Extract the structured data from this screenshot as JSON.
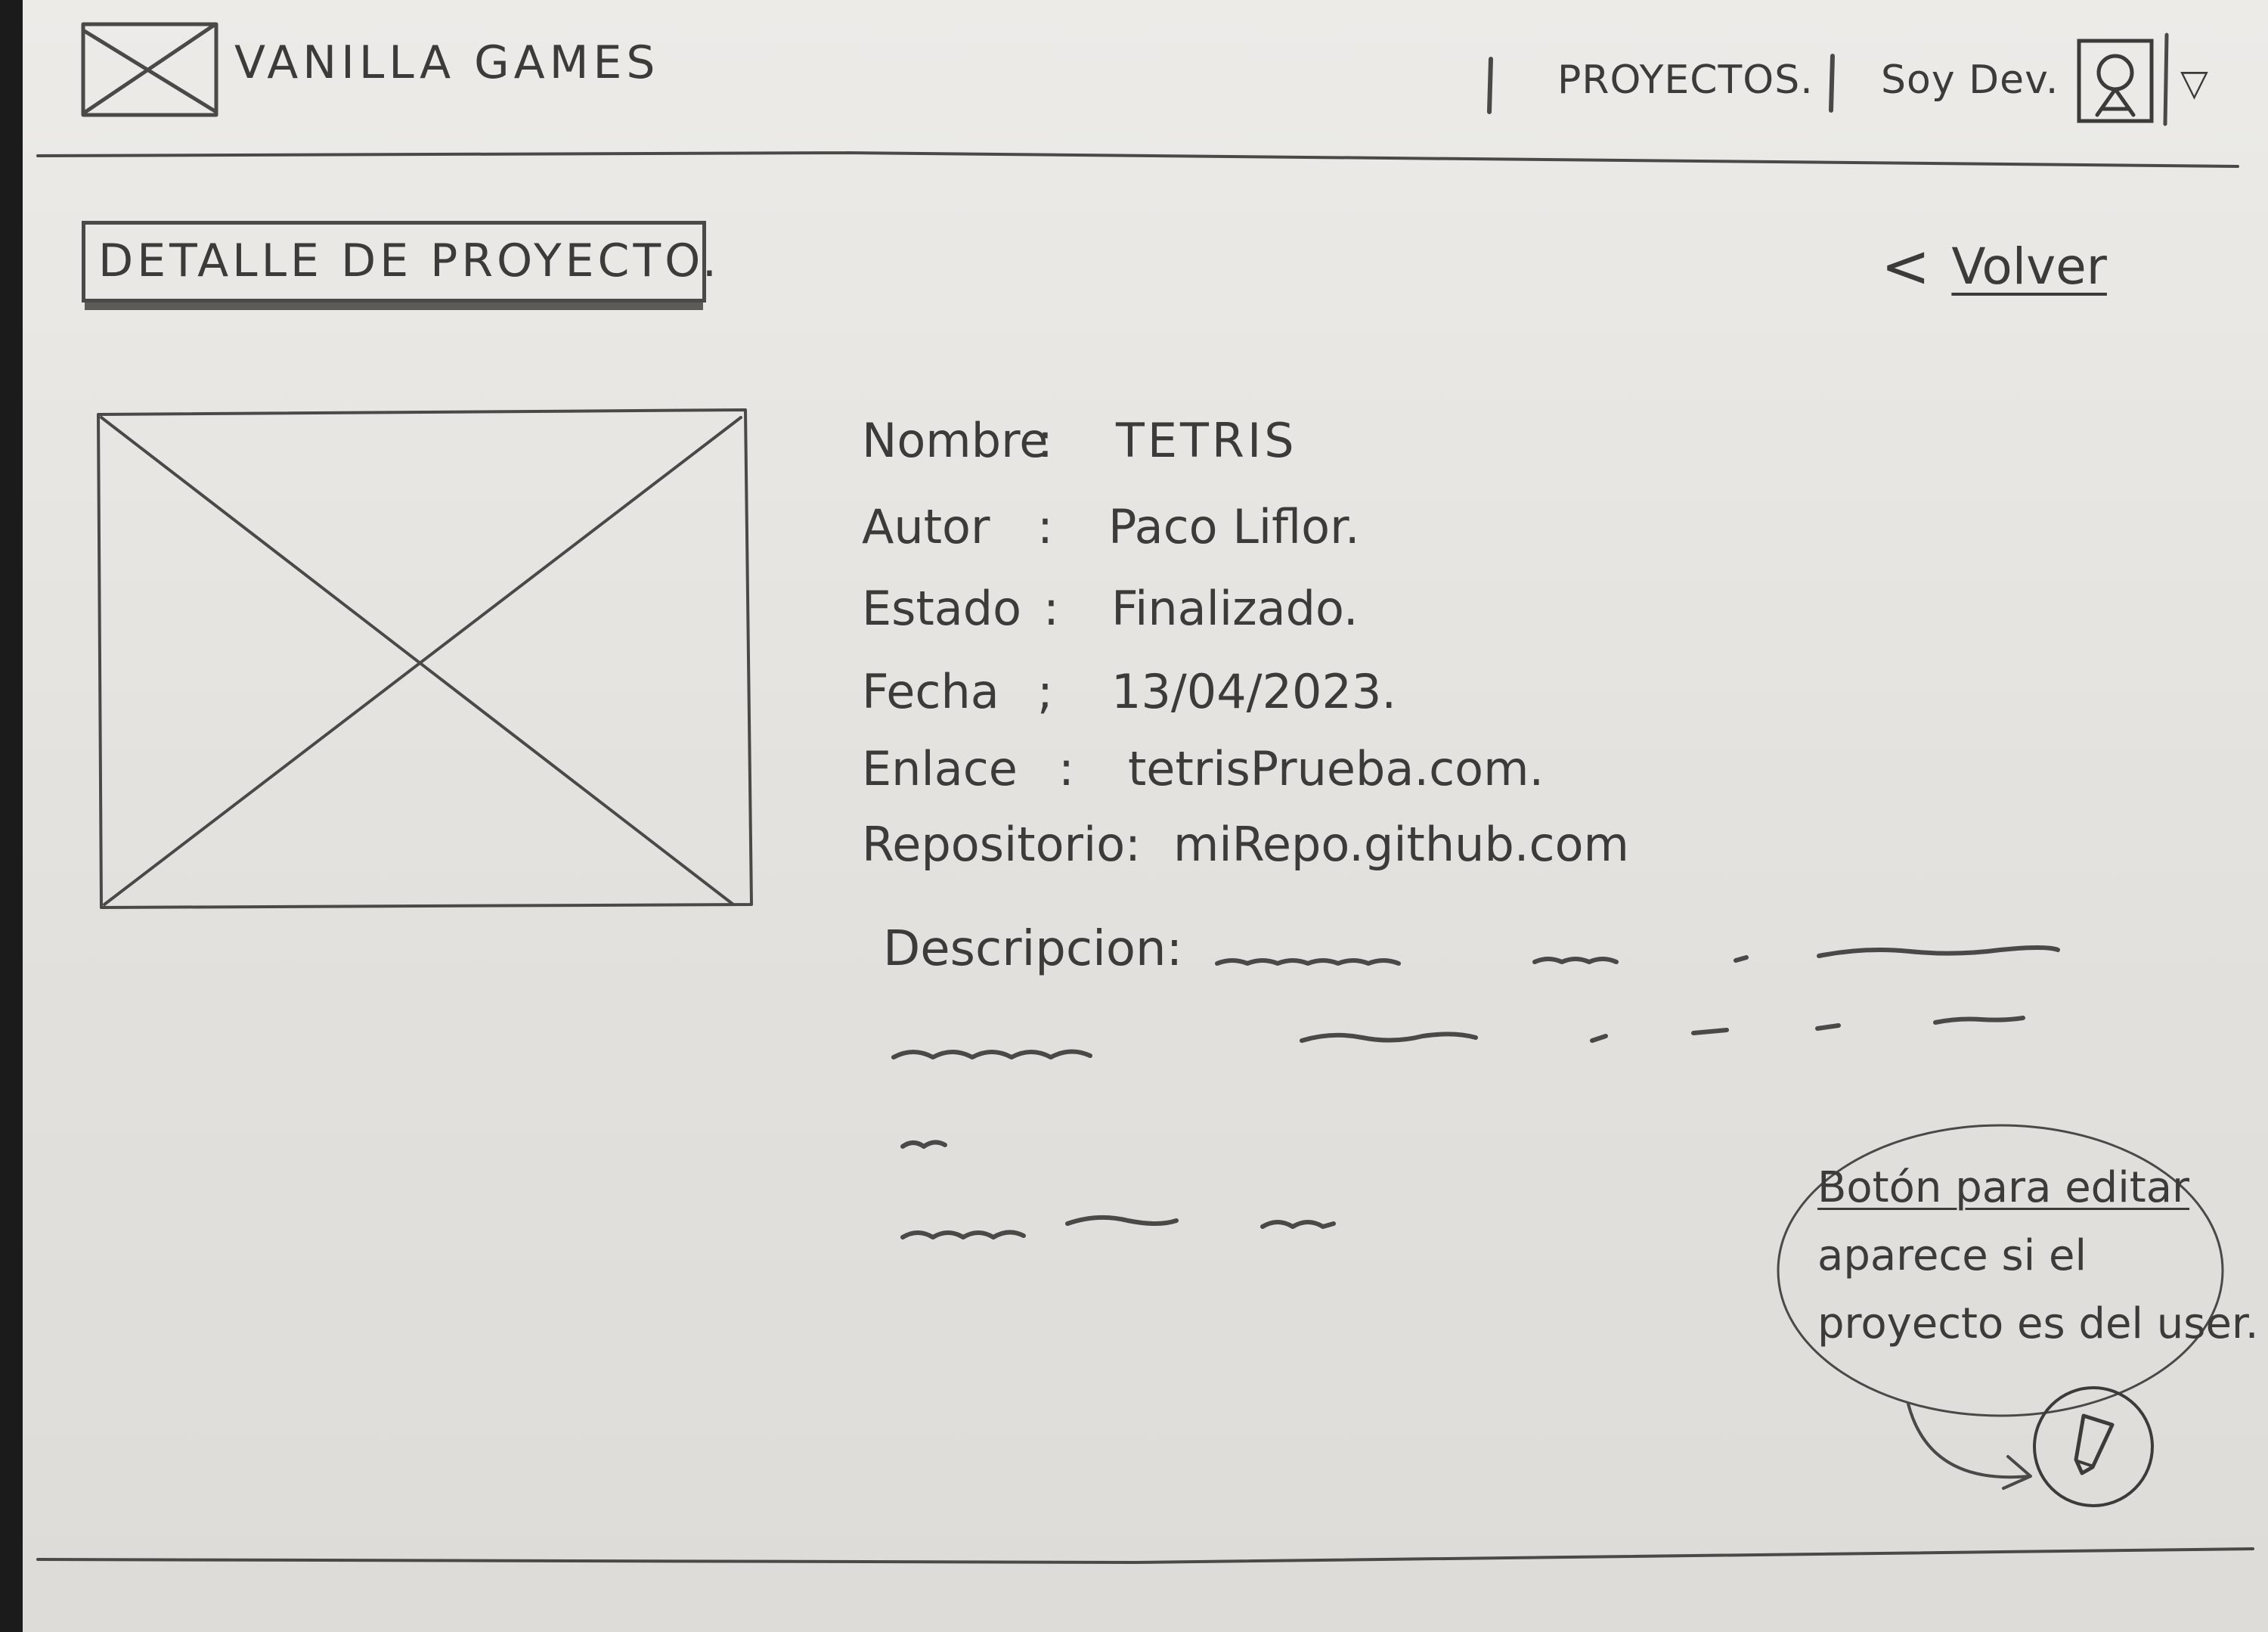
{
  "header": {
    "brand": "VANILLA GAMES",
    "nav": [
      {
        "label": "PROYECTOS."
      },
      {
        "label": "Soy Dev."
      }
    ],
    "avatar_icon": "user-avatar-icon",
    "menu_icon": "caret-down-icon"
  },
  "page": {
    "title": "DETALLE DE PROYECTO.",
    "back": {
      "icon": "chevron-left-icon",
      "label": "Volver"
    }
  },
  "project": {
    "image_icon": "image-placeholder-icon",
    "fields": [
      {
        "label": "Nombre",
        "value": "TETRIS"
      },
      {
        "label": "Autor",
        "value": "Paco Liflor."
      },
      {
        "label": "Estado",
        "value": "Finalizado."
      },
      {
        "label": "Fecha",
        "value": "13/04/2023."
      },
      {
        "label": "Enlace",
        "value": "tetrisPrueba.com."
      },
      {
        "label": "Repositorio",
        "value": "miRepo.github.com"
      }
    ],
    "description_label": "Descripcion:"
  },
  "annotation": {
    "lines": [
      "Botón para editar",
      "aparece si el",
      "proyecto es del user."
    ]
  },
  "edit_button": {
    "icon": "pencil-icon"
  },
  "colors": {
    "paper": "#e6e4e0",
    "ink": "#3c3b39",
    "background": "#1b1b1b"
  }
}
